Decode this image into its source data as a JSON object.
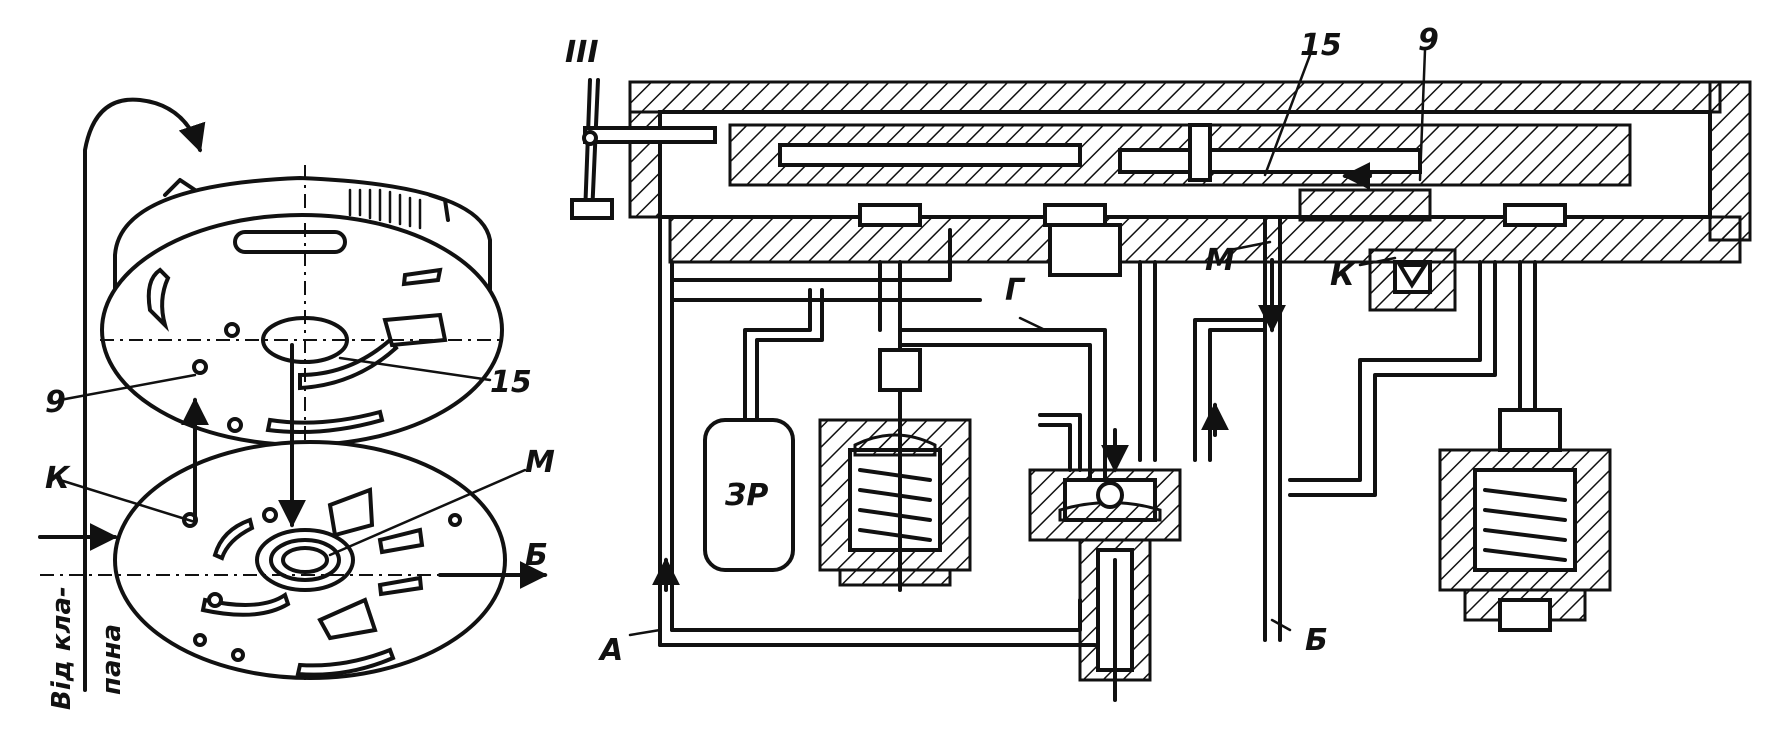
{
  "labels": {
    "roman_three": "III",
    "fifteen_right": "15",
    "nine_right": "9",
    "m_right": "М",
    "k_right": "К",
    "g": "Г",
    "zr": "ЗР",
    "a": "А",
    "b_right": "Б",
    "nine_left": "9",
    "k_left": "К",
    "fifteen_left": "15",
    "m_left": "М",
    "b_left": "Б",
    "from_valve_line1": "Від кла-",
    "from_valve_line2": "пана"
  }
}
